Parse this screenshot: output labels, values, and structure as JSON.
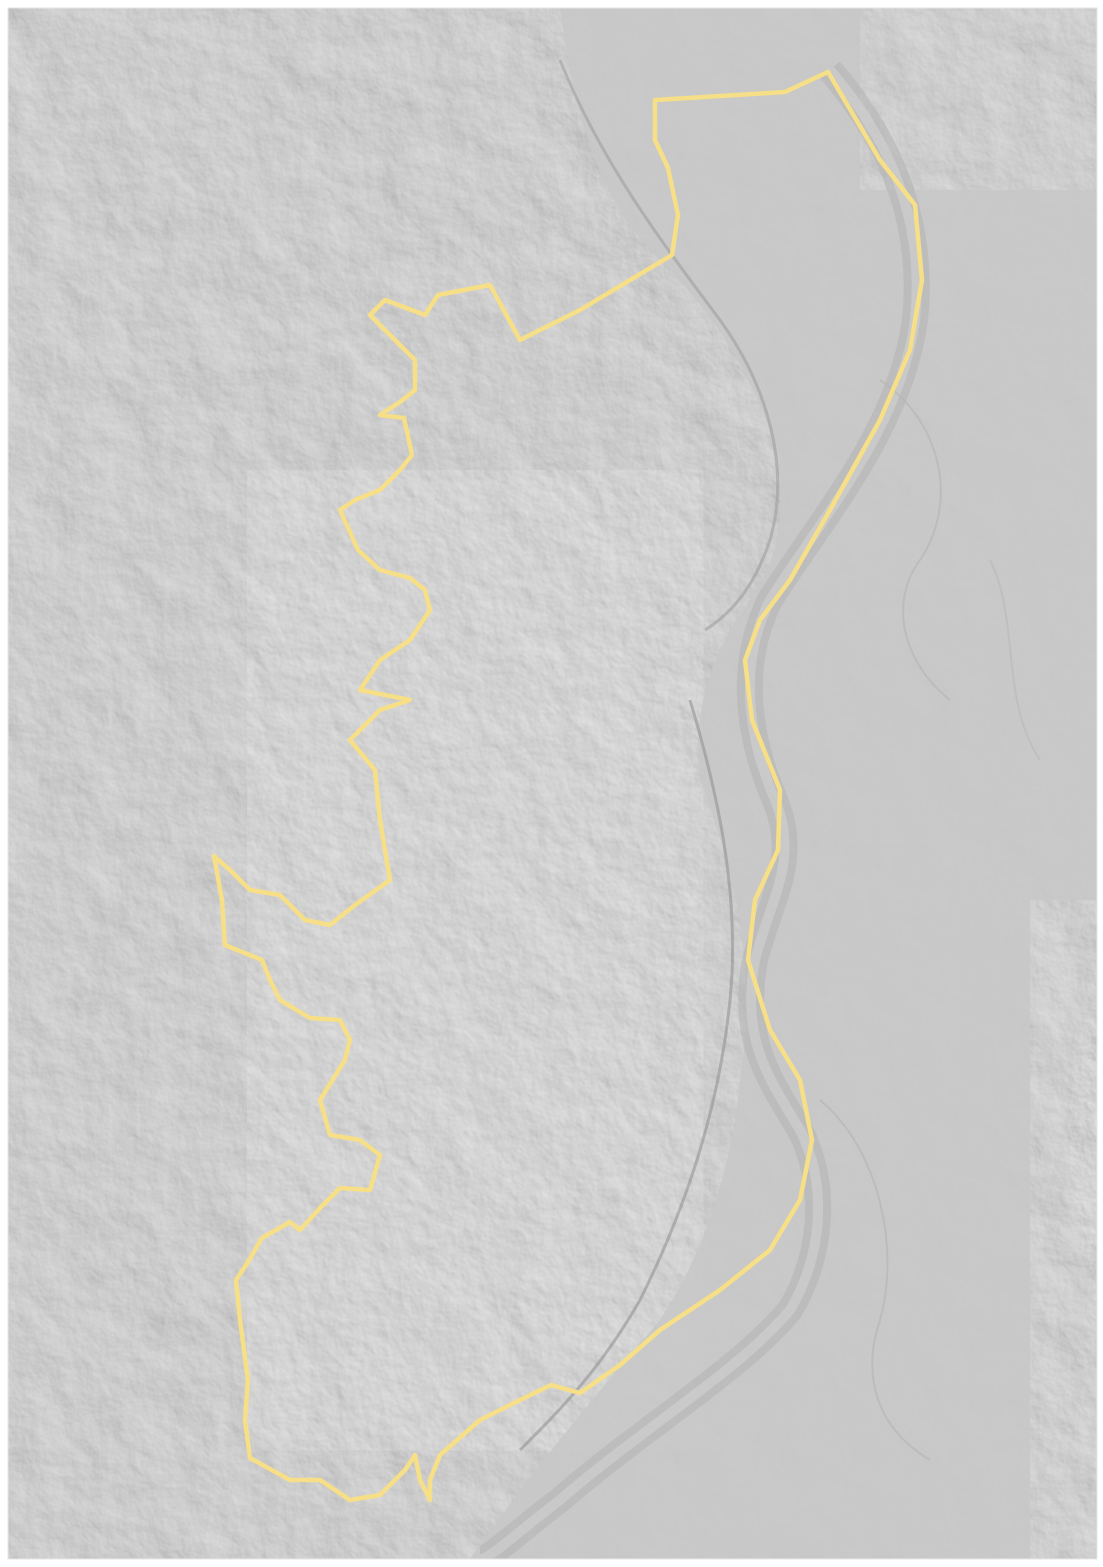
{
  "map": {
    "basemap": "grayscale-hillshade-relief",
    "background_color": "#c3c3c3",
    "frame_color": "#ffffff",
    "boundary_color": "#f6df86",
    "features": [
      "boundary-outline",
      "river-channel",
      "floodplain",
      "bluffs",
      "uplands"
    ]
  }
}
